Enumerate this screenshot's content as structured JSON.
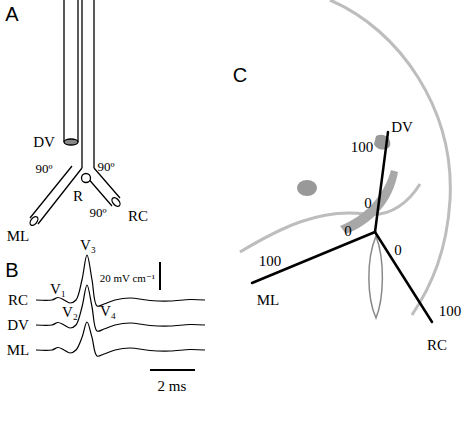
{
  "diagram": {
    "labels": [
      "A",
      "DV",
      "90º",
      "90º",
      "ML",
      "R",
      "90º",
      "RC",
      "B",
      "RC",
      "V₁",
      "V₂",
      "V₃",
      "V₄",
      "20 mV cm⁻¹",
      "DV",
      "ML",
      "2 ms",
      "C",
      "DV",
      "100",
      "0",
      "100",
      "ML",
      "0",
      "0",
      "100",
      "RC"
    ]
  }
}
